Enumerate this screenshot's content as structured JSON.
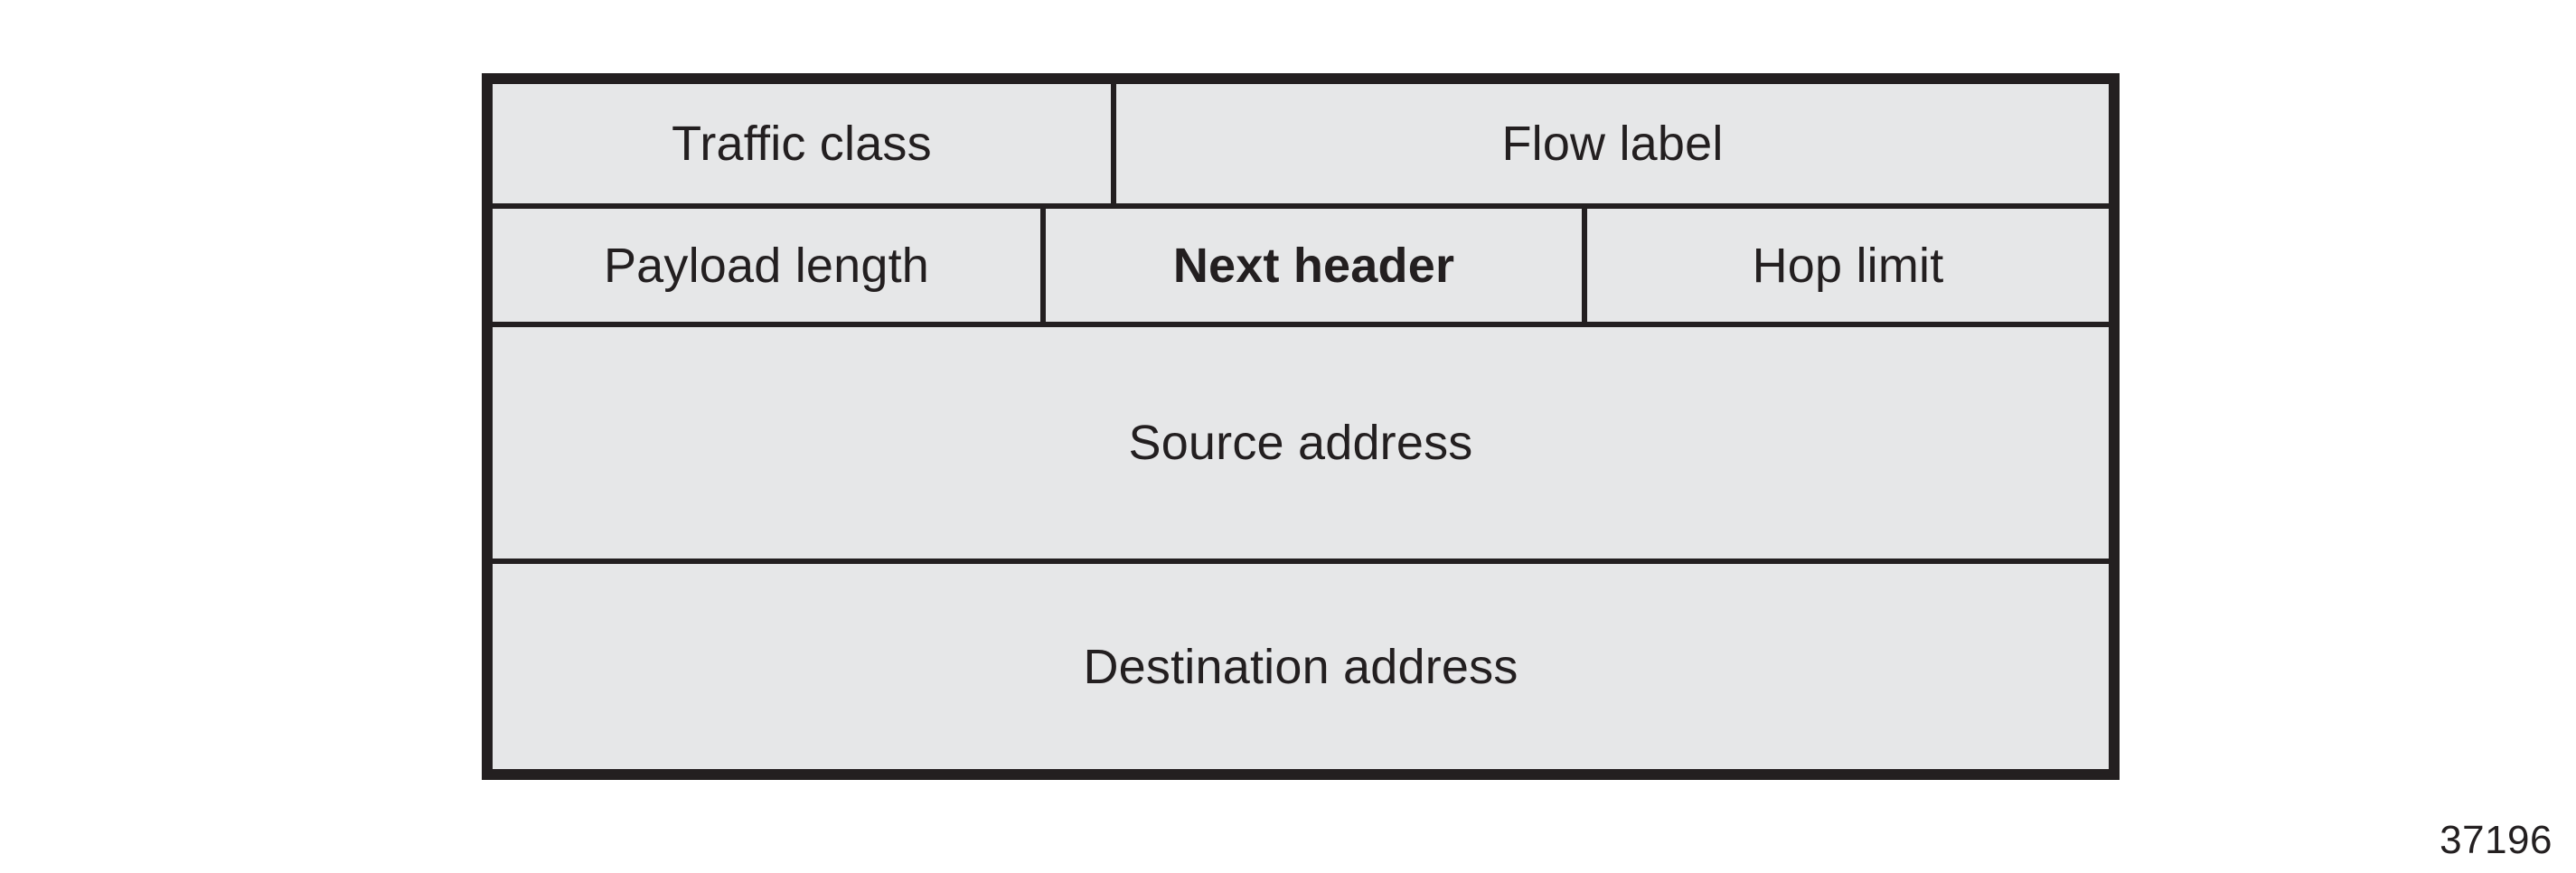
{
  "figure": {
    "number": "37196",
    "background_color": "#FFFFFF",
    "cell_fill_color": "#E6E7E8",
    "line_color": "#231F20",
    "text_color": "#231F20"
  },
  "diagram": {
    "type": "packet-header-layout",
    "rows": [
      {
        "row_name": "row-1",
        "cells": [
          {
            "label": "Traffic class",
            "emphasis": "normal"
          },
          {
            "label": "Flow label",
            "emphasis": "normal"
          }
        ]
      },
      {
        "row_name": "row-2",
        "cells": [
          {
            "label": "Payload length",
            "emphasis": "normal"
          },
          {
            "label": "Next header",
            "emphasis": "bold"
          },
          {
            "label": "Hop limit",
            "emphasis": "normal"
          }
        ]
      },
      {
        "row_name": "row-3",
        "cells": [
          {
            "label": "Source address",
            "emphasis": "normal"
          }
        ]
      },
      {
        "row_name": "row-4",
        "cells": [
          {
            "label": "Destination address",
            "emphasis": "normal"
          }
        ]
      }
    ]
  }
}
